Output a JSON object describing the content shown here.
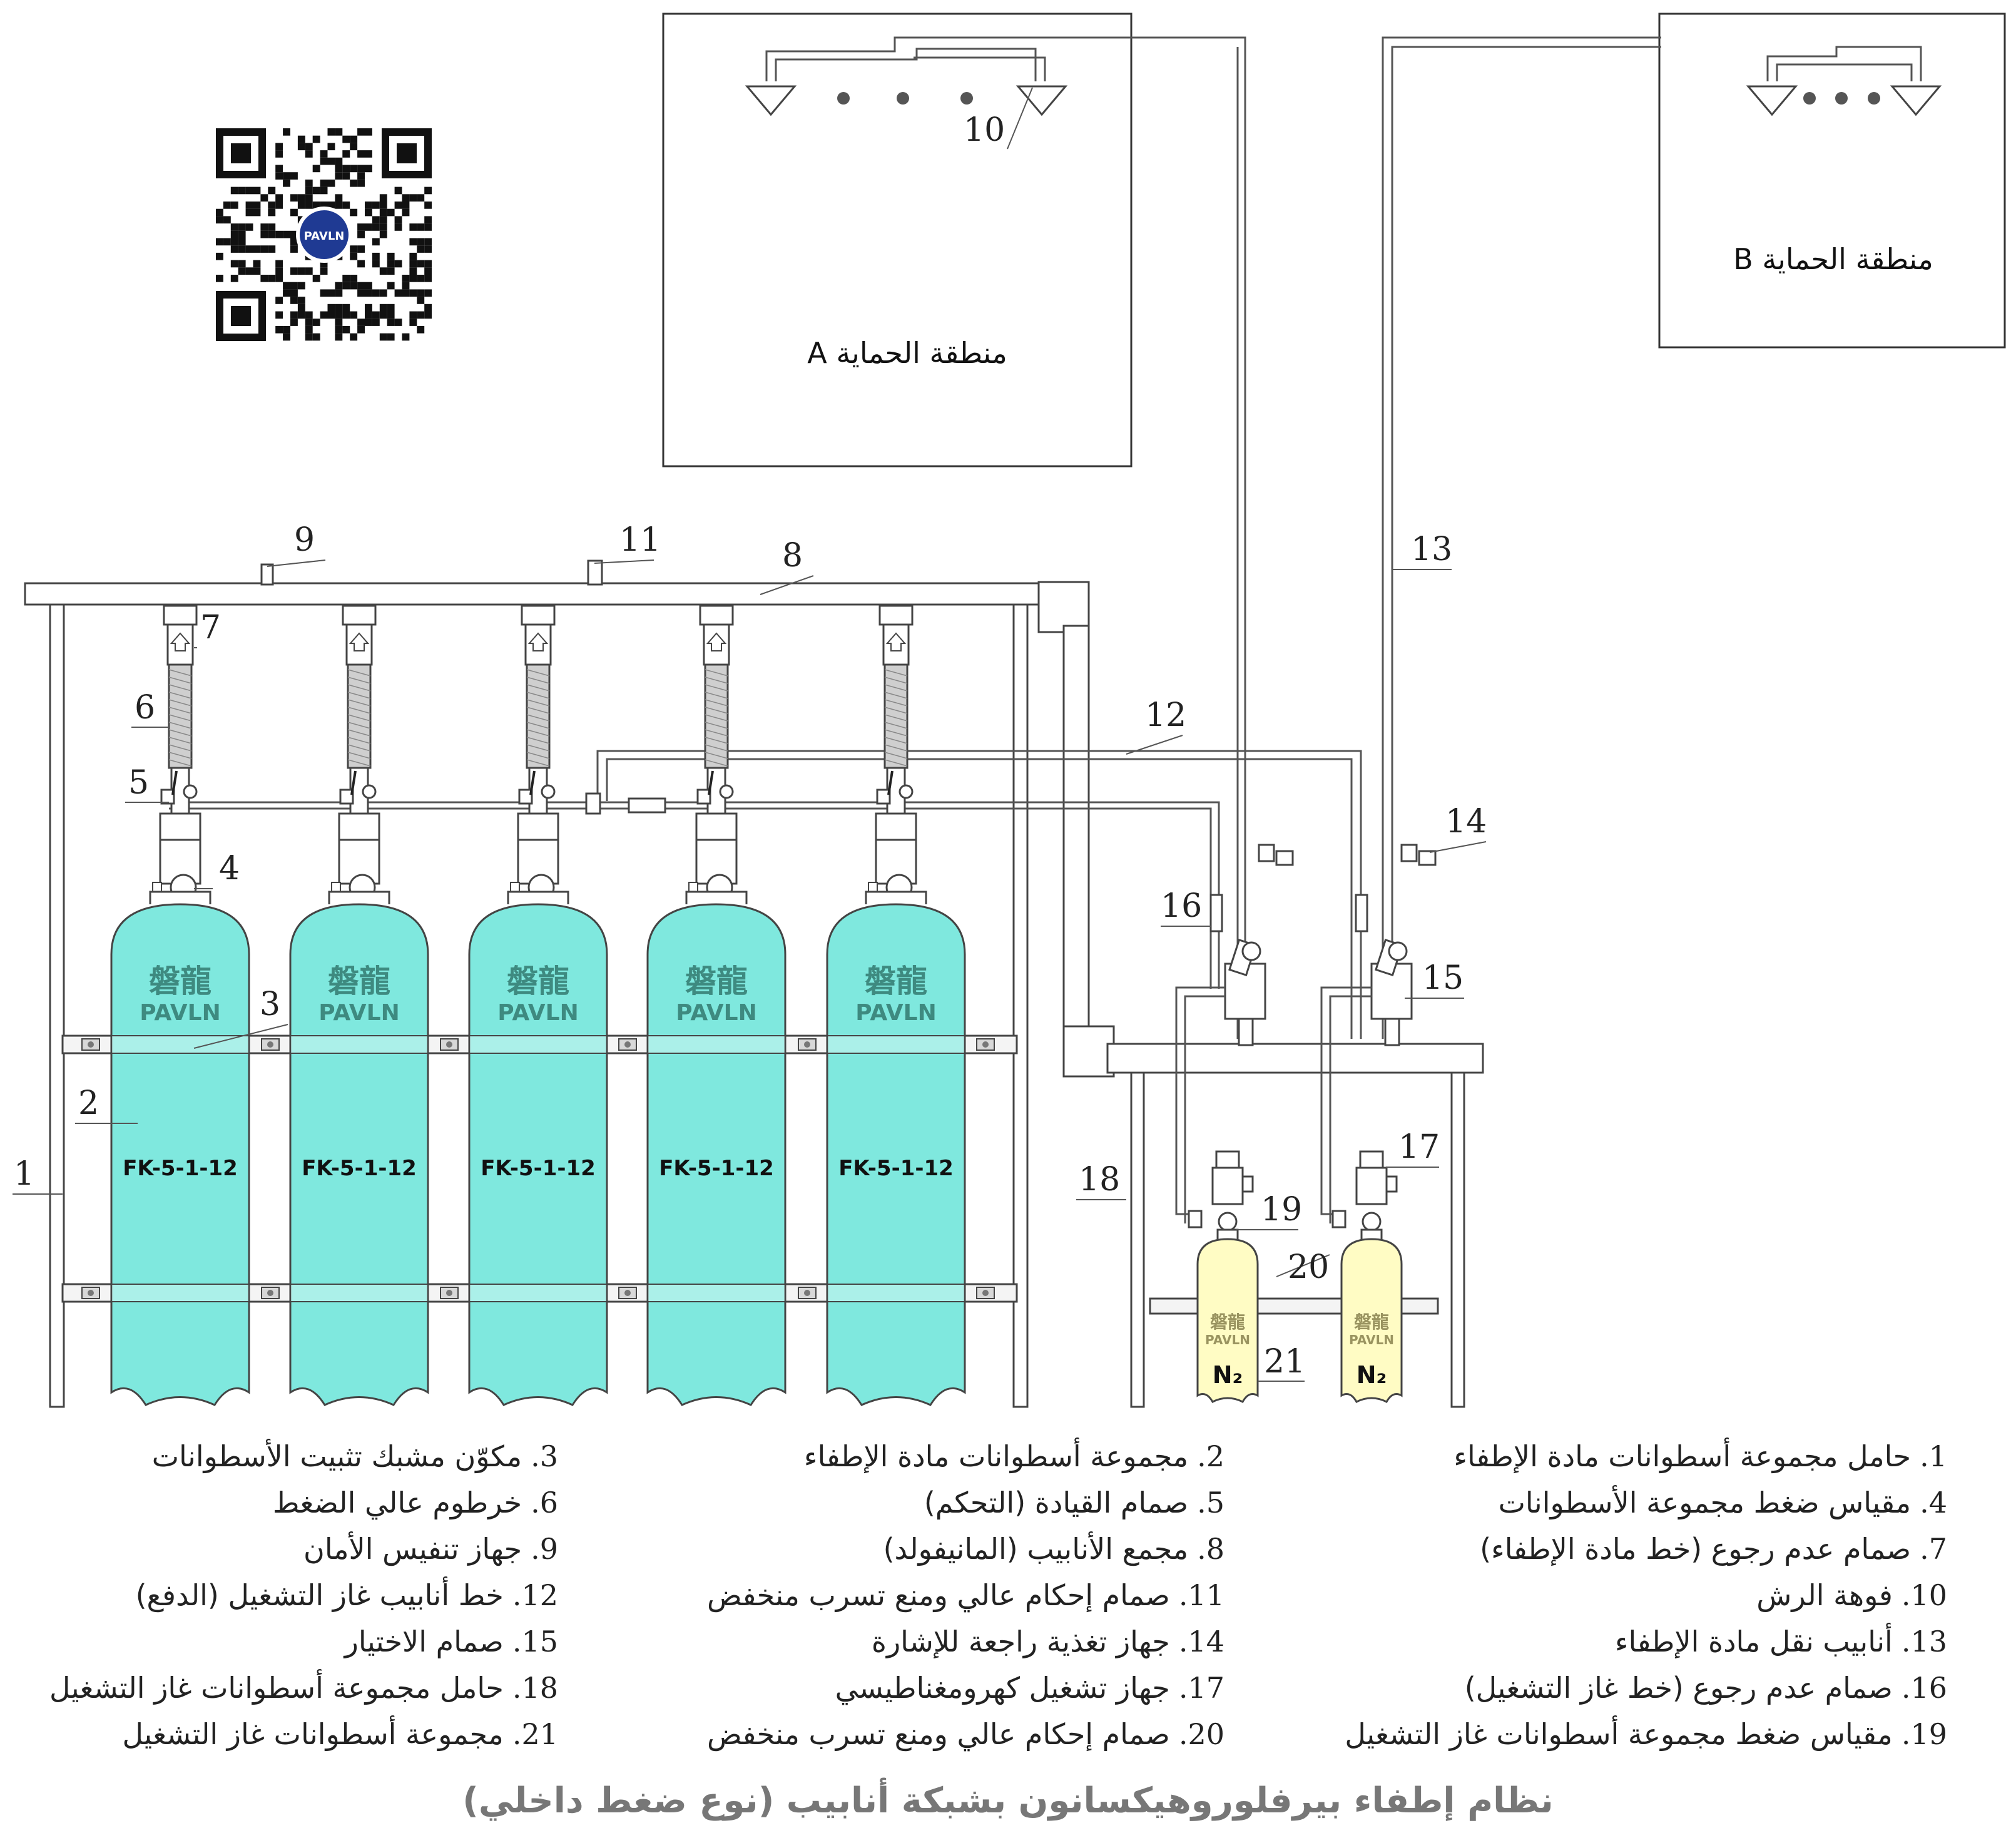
{
  "zones": {
    "zone_a": "منطقة الحماية A",
    "zone_b": "منطقة الحماية B"
  },
  "callouts": [
    "1",
    "2",
    "3",
    "4",
    "5",
    "6",
    "7",
    "8",
    "9",
    "10",
    "11",
    "12",
    "13",
    "14",
    "15",
    "16",
    "17",
    "18",
    "19",
    "20",
    "21"
  ],
  "cylinder": {
    "brand_cn": "磐龍",
    "brand_en": "PAVLN",
    "agent": "FK-5-1-12",
    "count": 5
  },
  "n2_cylinder": {
    "brand_cn": "磐龍",
    "brand_en": "PAVLN",
    "label": "N₂",
    "count": 2
  },
  "qr": {
    "logo_text": "PAVLN"
  },
  "legend": {
    "right": [
      {
        "n": "1.",
        "text": "حامل مجموعة أسطوانات مادة الإطفاء"
      },
      {
        "n": "4.",
        "text": "مقياس ضغط مجموعة الأسطوانات"
      },
      {
        "n": "7.",
        "text": "صمام عدم رجوع (خط مادة الإطفاء)"
      },
      {
        "n": "10.",
        "text": "فوهة الرش"
      },
      {
        "n": "13.",
        "text": "أنابيب نقل مادة الإطفاء"
      },
      {
        "n": "16.",
        "text": "صمام عدم رجوع (خط غاز التشغيل)"
      },
      {
        "n": "19.",
        "text": "مقياس ضغط مجموعة أسطوانات غاز التشغيل"
      }
    ],
    "middle": [
      {
        "n": "2.",
        "text": "مجموعة أسطوانات مادة الإطفاء"
      },
      {
        "n": "5.",
        "text": "صمام القيادة (التحكم)"
      },
      {
        "n": "8.",
        "text": "مجمع الأنابيب (المانيفولد)"
      },
      {
        "n": "11.",
        "text": "صمام إحكام عالي ومنع تسرب منخفض"
      },
      {
        "n": "14.",
        "text": "جهاز تغذية راجعة للإشارة"
      },
      {
        "n": "17.",
        "text": "جهاز تشغيل كهرومغناطيسي"
      },
      {
        "n": "20.",
        "text": "صمام إحكام عالي ومنع تسرب منخفض"
      }
    ],
    "left": [
      {
        "n": "3.",
        "text": "مكوّن مشبك تثبيت الأسطوانات"
      },
      {
        "n": "6.",
        "text": "خرطوم عالي الضغط"
      },
      {
        "n": "9.",
        "text": "جهاز تنفيس الأمان"
      },
      {
        "n": "12.",
        "text": "خط أنابيب غاز التشغيل (الدفع)"
      },
      {
        "n": "15.",
        "text": "صمام الاختيار"
      },
      {
        "n": "18.",
        "text": "حامل مجموعة أسطوانات غاز التشغيل"
      },
      {
        "n": "21.",
        "text": "مجموعة أسطوانات غاز التشغيل"
      }
    ]
  },
  "title": "نظام إطفاء بيرفلوروهيكسانون بشبكة أنابيب (نوع ضغط داخلي)",
  "colors": {
    "agent_cylinder": "#7fe8de",
    "n2_cylinder": "#fffcc4",
    "line": "#444444",
    "title": "#777777"
  }
}
